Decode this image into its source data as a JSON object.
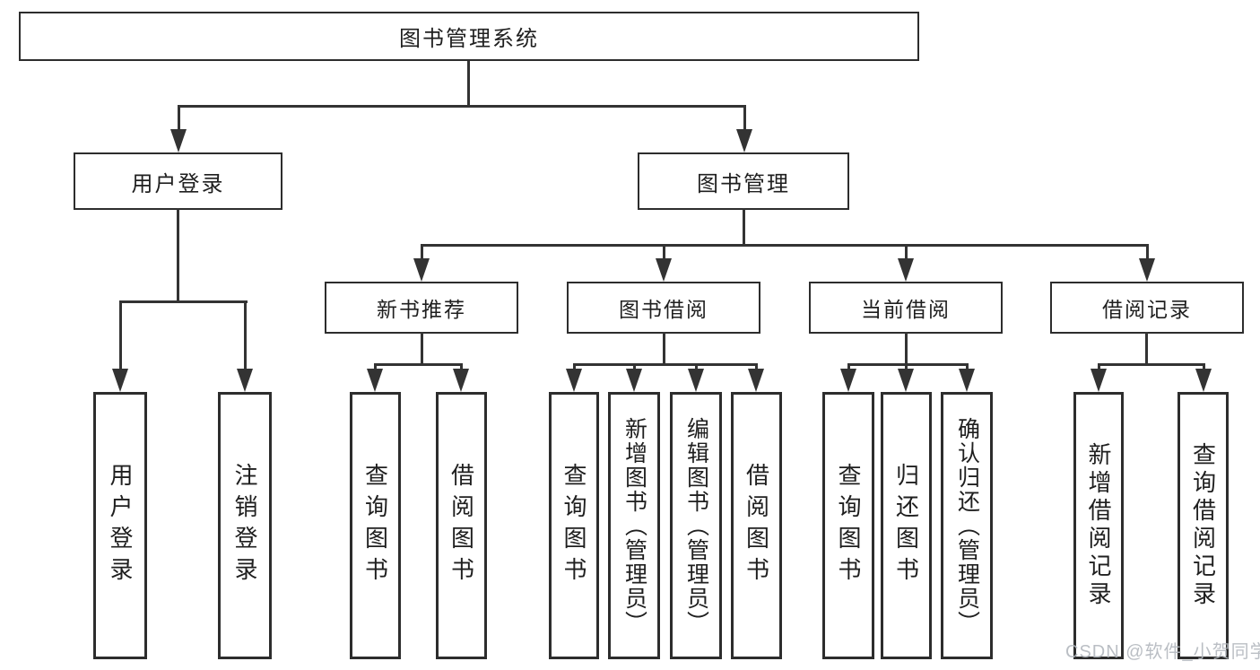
{
  "diagram": {
    "root": {
      "label": "图书管理系统"
    },
    "level2": {
      "user_login": {
        "label": "用户登录"
      },
      "book_mgmt": {
        "label": "图书管理"
      }
    },
    "level3": {
      "new_book_rec": {
        "label": "新书推荐"
      },
      "book_borrow": {
        "label": "图书借阅"
      },
      "current_borrow": {
        "label": "当前借阅"
      },
      "borrow_record": {
        "label": "借阅记录"
      }
    },
    "leaves": {
      "user_login": [
        "用户登录",
        "注销登录"
      ],
      "new_book_rec": [
        "查询图书",
        "借阅图书"
      ],
      "book_borrow": [
        "查询图书",
        "新增图书（管理员）",
        "编辑图书（管理员）",
        "借阅图书"
      ],
      "current_borrow": [
        "查询图书",
        "归还图书",
        "确认归还（管理员）"
      ],
      "borrow_record": [
        "新增借阅记录",
        "查询借阅记录"
      ]
    }
  },
  "watermark": {
    "text": "CSDN @软件_小贺同学"
  },
  "colors": {
    "line": "#333333",
    "box_border": "#2d2d2d",
    "text": "#1f1f1f",
    "watermark": "#b3b8be",
    "background": "#ffffff"
  }
}
